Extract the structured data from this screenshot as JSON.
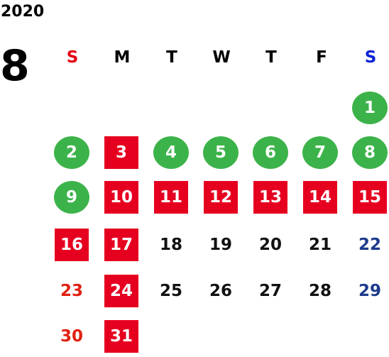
{
  "calendar": {
    "year": "2020",
    "month": "8",
    "weekdays": [
      "S",
      "M",
      "T",
      "W",
      "T",
      "F",
      "S"
    ],
    "days": [
      {
        "label": "1",
        "style": "green"
      },
      {
        "label": "2",
        "style": "green"
      },
      {
        "label": "3",
        "style": "red"
      },
      {
        "label": "4",
        "style": "green"
      },
      {
        "label": "5",
        "style": "green"
      },
      {
        "label": "6",
        "style": "green"
      },
      {
        "label": "7",
        "style": "green"
      },
      {
        "label": "8",
        "style": "green"
      },
      {
        "label": "9",
        "style": "green"
      },
      {
        "label": "10",
        "style": "red"
      },
      {
        "label": "11",
        "style": "red"
      },
      {
        "label": "12",
        "style": "red"
      },
      {
        "label": "13",
        "style": "red"
      },
      {
        "label": "14",
        "style": "red"
      },
      {
        "label": "15",
        "style": "red"
      },
      {
        "label": "16",
        "style": "red"
      },
      {
        "label": "17",
        "style": "red"
      },
      {
        "label": "18",
        "style": "plain"
      },
      {
        "label": "19",
        "style": "plain"
      },
      {
        "label": "20",
        "style": "plain"
      },
      {
        "label": "21",
        "style": "plain"
      },
      {
        "label": "22",
        "style": "plain-blue"
      },
      {
        "label": "23",
        "style": "plain-red"
      },
      {
        "label": "24",
        "style": "red"
      },
      {
        "label": "25",
        "style": "plain"
      },
      {
        "label": "26",
        "style": "plain"
      },
      {
        "label": "27",
        "style": "plain"
      },
      {
        "label": "28",
        "style": "plain"
      },
      {
        "label": "29",
        "style": "plain-blue"
      },
      {
        "label": "30",
        "style": "plain-red"
      },
      {
        "label": "31",
        "style": "red"
      }
    ]
  },
  "colors": {
    "green": "#3cb34a",
    "red": "#e60020",
    "sunday": "#e60012",
    "saturday": "#0a23d6",
    "weekend_red": "#e02010",
    "weekend_blue": "#1d3b8c"
  }
}
